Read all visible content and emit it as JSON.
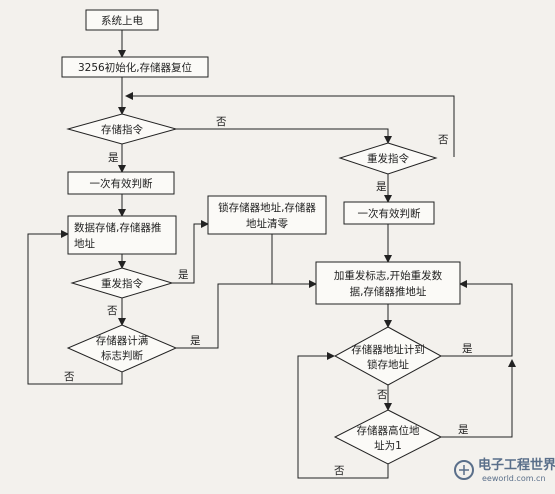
{
  "nodes": {
    "power_on": "系统上电",
    "init": "3256初始化,存储器复位",
    "store_cmd": "存储指令",
    "valid_check_left": "一次有效判断",
    "data_store": [
      "数据存储,存储器推",
      "地址"
    ],
    "resend_cmd_left": "重发指令",
    "counter_full": [
      "存储器计满",
      "标志判断"
    ],
    "lock_addr": [
      "锁存储器地址,存储器",
      "地址清零"
    ],
    "resend_cmd_right": "重发指令",
    "valid_check_right": "一次有效判断",
    "set_resend": [
      "加重发标志,开始重发数",
      "据,存储器推地址"
    ],
    "addr_count": [
      "存储器地址计到",
      "锁存地址"
    ],
    "high_addr": [
      "存储器高位地",
      "址为1"
    ]
  },
  "labels": {
    "yes": "是",
    "no": "否"
  },
  "watermark": {
    "title": "电子工程世界",
    "url": "eeworld.com.cn"
  }
}
